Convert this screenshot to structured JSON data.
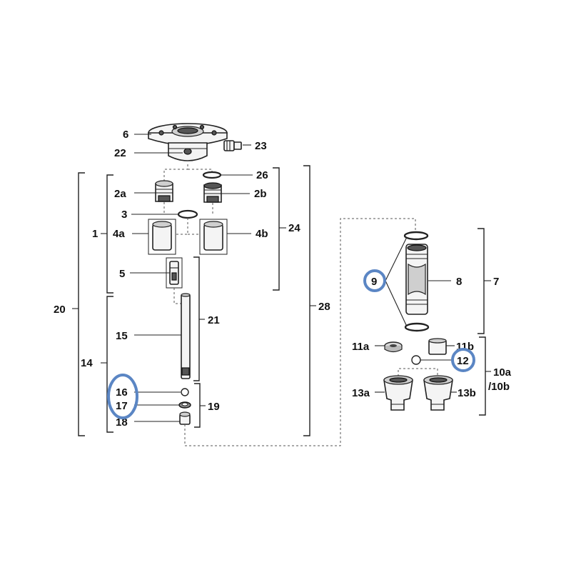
{
  "labels": {
    "l6": "6",
    "l22": "22",
    "l23": "23",
    "l26": "26",
    "l2a": "2a",
    "l2b": "2b",
    "l3": "3",
    "l1": "1",
    "l4a": "4a",
    "l4b": "4b",
    "l24": "24",
    "l5": "5",
    "l20": "20",
    "l15": "15",
    "l21": "21",
    "l28": "28",
    "l14": "14",
    "l16": "16",
    "l17": "17",
    "l18": "18",
    "l19": "19",
    "l9": "9",
    "l8": "8",
    "l7": "7",
    "l11a": "11a",
    "l11b": "11b",
    "l12": "12",
    "l10a": "10a",
    "l10b": "/10b",
    "l13a": "13a",
    "l13b": "13b"
  },
  "highlight_color": "#5b86c4"
}
